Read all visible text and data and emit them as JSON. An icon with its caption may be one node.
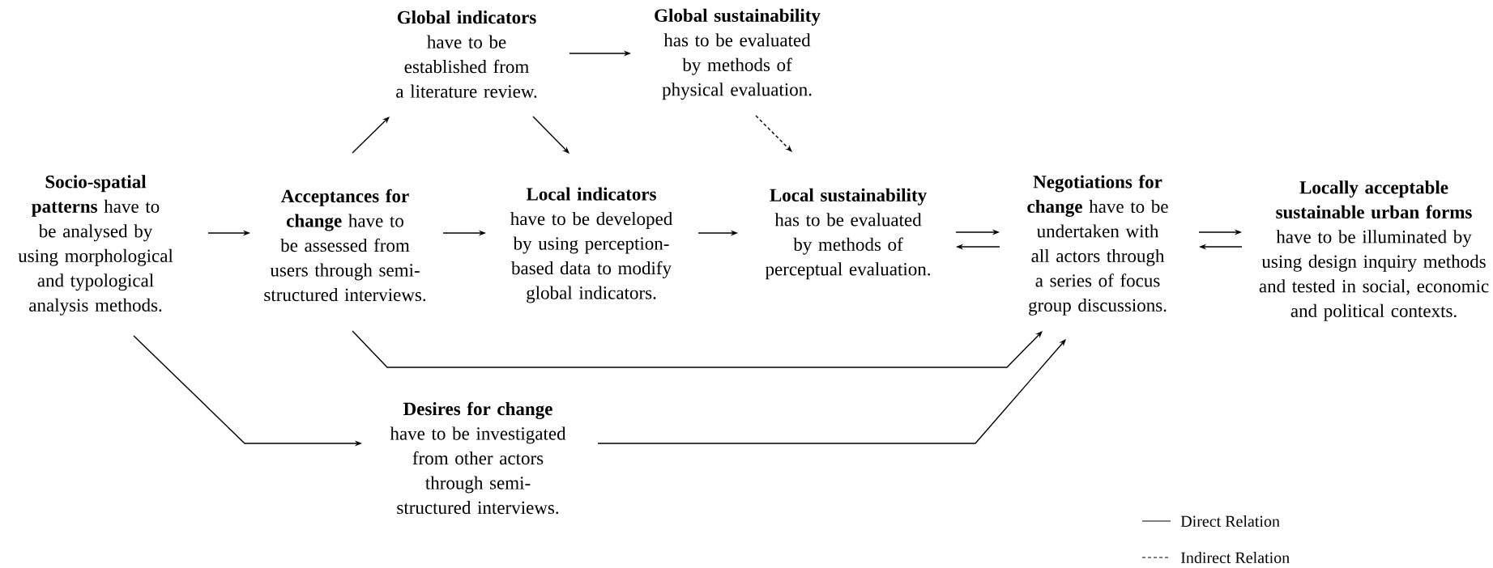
{
  "diagram": {
    "nodes": [
      {
        "text": [
          "Global indicators",
          "have to be established from a literature review."
        ]
      },
      {
        "text": [
          "Global sustainability",
          "has to be evaluated by methods of physical evaluation."
        ]
      },
      {
        "text": [
          "**Socio-spatial patterns** have to be analysed by using morphological and typological analysis methods."
        ]
      },
      {
        "text": [
          "**Acceptances for change** have to be assessed from users through semi-structured interviews."
        ]
      },
      {
        "text": [
          "Local indicators",
          "have to be developed by using perception-based data to modify global indicators."
        ]
      },
      {
        "text": [
          "Local sustainability",
          "has to be evaluated by methods of perceptual evaluation."
        ]
      },
      {
        "text": [
          "**Negotiations for change** have to be undertaken with all actors through a series of focus group discussions."
        ]
      },
      {
        "text": [
          "Locally acceptable sustainable urban forms",
          "have to be illuminated by using design inquiry methods and tested in social, economic and political contexts."
        ]
      },
      {
        "text": [
          "Desires for change",
          "have to be investigated from other actors through semi-structured interviews."
        ]
      }
    ],
    "edges": [
      {
        "from": 0,
        "to": 1,
        "arrow": "to"
      },
      {
        "from": 3,
        "to": 0,
        "arrow": "to"
      },
      {
        "from": 0,
        "to": 4,
        "arrow": "to"
      },
      {
        "from": 1,
        "to": 5,
        "arrow": "to",
        "style": "dashed"
      },
      {
        "from": 2,
        "to": 3,
        "arrow": "to"
      },
      {
        "from": 3,
        "to": 4,
        "arrow": "to"
      },
      {
        "from": 4,
        "to": 5,
        "arrow": "to"
      },
      {
        "from": 5,
        "to": 6,
        "arrow": "to"
      },
      {
        "from": 6,
        "to": 5,
        "arrow": "to"
      },
      {
        "from": 6,
        "to": 7,
        "arrow": "to"
      },
      {
        "from": 7,
        "to": 6,
        "arrow": "to"
      },
      {
        "from": 3,
        "to": 6,
        "arrow": "to"
      },
      {
        "from": 2,
        "to": 8,
        "arrow": "to"
      },
      {
        "from": 8,
        "to": 6,
        "arrow": "to"
      }
    ],
    "legend": [
      {
        "text": "Direct Relation"
      },
      {
        "text": "Indirect Relation"
      }
    ]
  }
}
